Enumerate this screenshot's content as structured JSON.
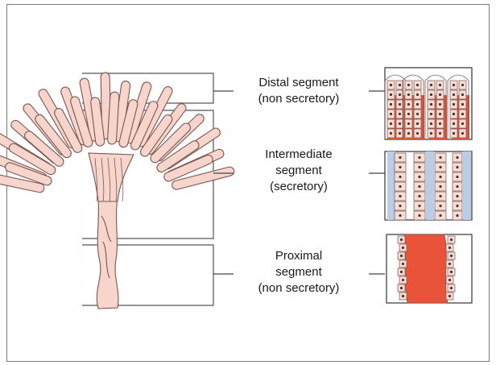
{
  "labels": {
    "distal": {
      "line1": "Distal segment",
      "line2": "(non secretory)"
    },
    "intermediate": {
      "line1": "Intermediate",
      "line2": "segment",
      "line3": "(secretory)"
    },
    "proximal": {
      "line1": "Proximal",
      "line2": "segment",
      "line3": "(non secretory)"
    }
  },
  "colors": {
    "tissue_fill": "#f7d4cc",
    "tissue_outline": "#7a5650",
    "lumen": "#e8533a",
    "cell": "#f3ddd4",
    "nucleus": "#5b2e25",
    "blue_space": "#b9cce8",
    "line": "#444444"
  }
}
